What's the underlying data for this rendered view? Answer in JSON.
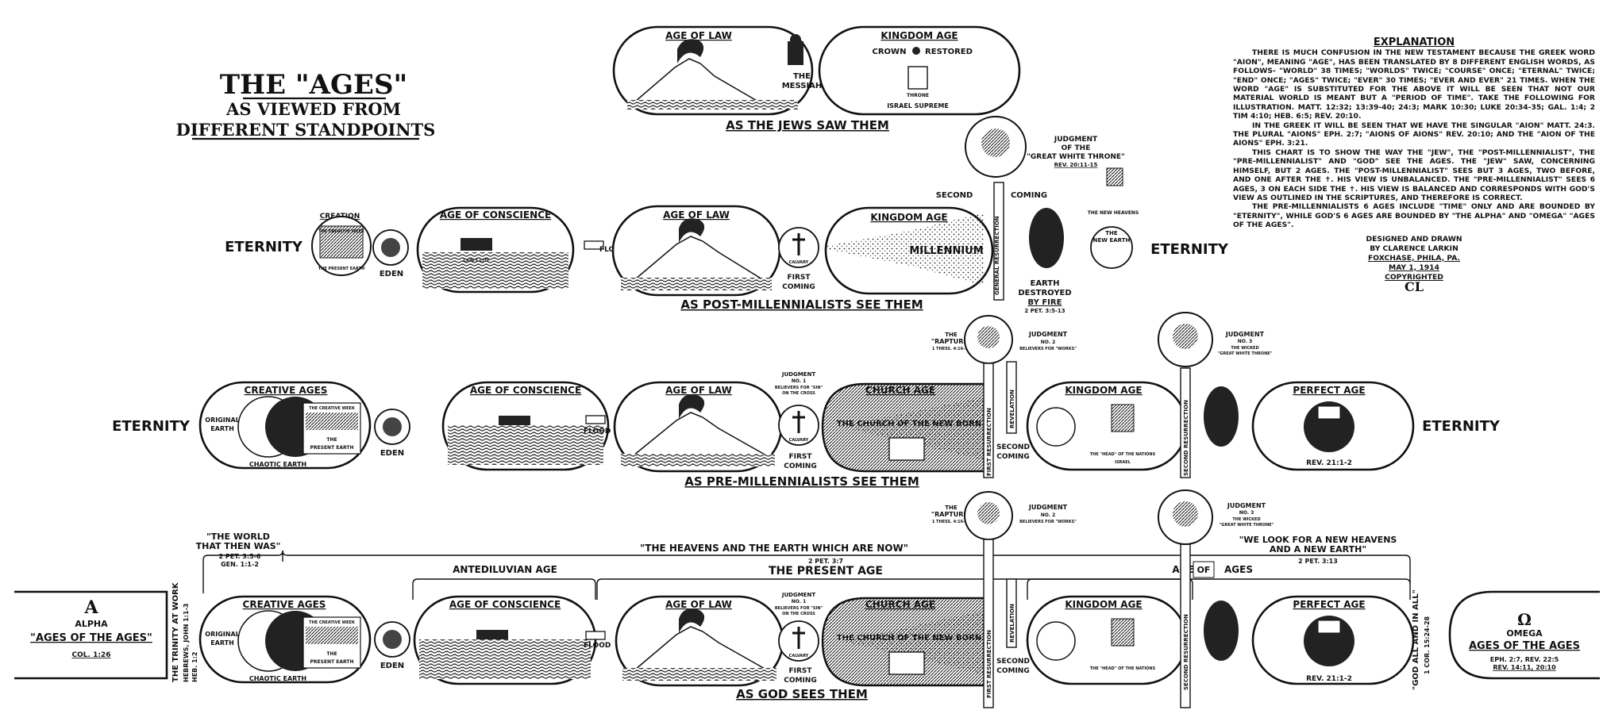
{
  "title": {
    "main": "THE \"AGES\"",
    "line2": "AS VIEWED FROM",
    "line3": "DIFFERENT STANDPOINTS"
  },
  "eternity_label": "ETERNITY",
  "jews": {
    "caption": "AS THE JEWS SAW THEM",
    "age_of_law": "AGE OF LAW",
    "kingdom_age": "KINGDOM AGE",
    "crown": "CROWN",
    "restored": "RESTORED",
    "throne": "THRONE",
    "israel_supreme": "ISRAEL SUPREME",
    "the": "THE",
    "messiah": "MESSIAH"
  },
  "post_mill": {
    "caption": "AS POST-MILLENNIALISTS SEE THEM",
    "creation": "CREATION",
    "creative_week": "THE CREATIVE WEEK",
    "present_earth": "THE PRESENT EARTH",
    "eden": "EDEN",
    "age_of_conscience": "AGE OF CONSCIENCE",
    "flood": "FLOOD",
    "cains_city": "CAIN'S CITY",
    "age_of_law": "AGE OF LAW",
    "first": "FIRST",
    "coming": "COMING",
    "calvary": "CALVARY",
    "kingdom_age": "KINGDOM AGE",
    "millennium": "MILLENNIUM",
    "general_resurrection": "GENERAL RESURRECTION",
    "second": "SECOND",
    "coming2": "COMING",
    "judgment": "JUDGMENT",
    "of_the": "OF THE",
    "great_white_throne": "\"GREAT WHITE THRONE\"",
    "rev_ref": "REV. 20:11-15",
    "new_heavens": "THE NEW HEAVENS",
    "the": "THE",
    "new_earth": "NEW EARTH",
    "earth": "EARTH",
    "destroyed": "DESTROYED",
    "by_fire": "BY FIRE",
    "pet_ref": "2 PET. 3:5-13"
  },
  "pre_mill": {
    "caption": "AS PRE-MILLENNIALISTS SEE THEM",
    "creative_ages": "CREATIVE AGES",
    "original": "ORIGINAL",
    "earth": "EARTH",
    "chaotic_earth": "CHAOTIC EARTH",
    "creative_week": "THE CREATIVE WEEK",
    "the_present_earth_a": "THE",
    "the_present_earth_b": "PRESENT EARTH",
    "eden": "EDEN",
    "age_of_conscience": "AGE OF CONSCIENCE",
    "flood": "FLOOD",
    "age_of_law": "AGE OF LAW",
    "judgment_no1": "JUDGMENT",
    "no1": "NO. 1",
    "believers_sin": "BELIEVERS FOR \"SIN\"",
    "on_the_cross": "ON THE CROSS",
    "calvary": "CALVARY",
    "first": "FIRST",
    "coming": "COMING",
    "church_age": "CHURCH AGE",
    "church_of_new_born": "THE CHURCH OF THE NEW BORN",
    "the_rapture_a": "THE",
    "the_rapture_b": "\"RAPTURE\"",
    "thess_ref": "1 THESS. 4:16-17",
    "judgment_no2": "JUDGMENT",
    "no2": "NO. 2",
    "believers_works": "BELIEVERS FOR \"WORKS\"",
    "first_resurrection": "FIRST RESURRECTION",
    "revelation": "REVELATION",
    "second": "SECOND",
    "coming2": "COMING",
    "kingdom_age": "KINGDOM AGE",
    "head_of_nations": "THE \"HEAD\" OF THE NATIONS",
    "israel": "ISRAEL",
    "second_resurrection": "SECOND RESURRECTION",
    "judgment_no3": "JUDGMENT",
    "no3": "NO. 3",
    "the_wicked": "THE WICKED",
    "great_white_throne": "\"GREAT WHITE THRONE\"",
    "perfect_age": "PERFECT AGE",
    "rev_ref": "REV. 21:1-2"
  },
  "god": {
    "caption": "AS GOD SEES THEM",
    "alpha_symbol": "A",
    "alpha": "ALPHA",
    "ages_of_the_ages": "\"AGES OF THE AGES\"",
    "col_ref": "COL. 1:26",
    "trinity_line1": "THE TRINITY AT WORK",
    "trinity_line2": "HEBREWS, JOHN 1:1-3",
    "trinity_line3": "HEB. 1:2",
    "world_then_was_a": "\"THE WORLD",
    "world_then_was_b": "THAT THEN WAS\"",
    "pet_ref1": "2 PET. 3:5-6",
    "gen_ref": "GEN. 1:1-2",
    "heavens_earth_now": "\"THE HEAVENS AND THE EARTH WHICH ARE NOW\"",
    "pet_ref2": "2 PET. 3:7",
    "antediluvian_age": "ANTEDILUVIAN AGE",
    "present_age": "THE PRESENT AGE",
    "age": "AGE",
    "of": "OF",
    "ages": "AGES",
    "new_heavens_a": "\"WE LOOK FOR A NEW HEAVENS",
    "new_heavens_b": "AND A NEW EARTH\"",
    "pet_ref3": "2 PET. 3:13",
    "creative_ages": "CREATIVE AGES",
    "age_of_conscience": "AGE OF CONSCIENCE",
    "age_of_law": "AGE OF LAW",
    "church_age": "CHURCH AGE",
    "kingdom_age": "KINGDOM AGE",
    "perfect_age": "PERFECT AGE",
    "god_all_in_all_a": "\"GOD ALL AND IN ALL\"",
    "god_all_in_all_b": "1 COR. 15:24-28",
    "omega_symbol": "Ω",
    "omega": "OMEGA",
    "ages_of_the_ages_omega": "AGES OF THE AGES",
    "eph_ref": "EPH. 2:7, REV. 22:5",
    "rev_ref2": "REV. 14:11, 20:10"
  },
  "explanation": {
    "heading": "EXPLANATION",
    "para1": "THERE IS MUCH CONFUSION IN THE NEW TESTAMENT BECAUSE THE GREEK WORD \"AION\", MEANING \"AGE\", HAS BEEN TRANSLATED BY 8 DIFFERENT ENGLISH WORDS, AS FOLLOWS- \"WORLD\" 38 TIMES; \"WORLDS\" TWICE; \"COURSE\" ONCE; \"ETERNAL\" TWICE; \"END\" ONCE; \"AGES\" TWICE; \"EVER\" 30 TIMES; \"EVER AND EVER\" 21 TIMES. WHEN THE WORD \"AGE\" IS SUBSTITUTED FOR THE ABOVE IT WILL BE SEEN THAT NOT OUR MATERIAL WORLD IS MEANT BUT A \"PERIOD OF TIME\". TAKE THE FOLLOWING FOR ILLUSTRATION. MATT. 12:32; 13:39-40; 24:3; MARK 10:30; LUKE 20:34-35; GAL. 1:4; 2 TIM 4:10; HEB. 6:5; REV. 20:10.",
    "para2": "IN THE GREEK IT WILL BE SEEN THAT WE HAVE THE SINGULAR \"AION\" MATT. 24:3. THE PLURAL \"AIONS\" EPH. 2:7; \"AIONS OF AIONS\" REV. 20:10; AND THE \"AION OF THE AIONS\" EPH. 3:21.",
    "para3": "THIS CHART IS TO SHOW THE WAY THE \"JEW\", THE \"POST-MILLENNIALIST\", THE \"PRE-MILLENNIALIST\" AND \"GOD\" SEE THE AGES. THE \"JEW\" SAW, CONCERNING HIMSELF, BUT 2 AGES. THE \"POST-MILLENNIALIST\" SEES BUT 3 AGES, TWO BEFORE, AND ONE AFTER THE ✝. HIS VIEW IS UNBALANCED. THE \"PRE-MILLENNIALIST\" SEES 6 AGES, 3 ON EACH SIDE THE ✝. HIS VIEW IS BALANCED AND CORRESPONDS WITH GOD'S VIEW AS OUTLINED IN THE SCRIPTURES, AND THEREFORE IS CORRECT.",
    "para4": "THE PRE-MILLENNIALISTS 6 AGES INCLUDE \"TIME\" ONLY AND ARE BOUNDED BY \"ETERNITY\", WHILE GOD'S 6 AGES ARE BOUNDED BY \"THE ALPHA\" AND \"OMEGA\" \"AGES OF THE AGES\".",
    "designed": "DESIGNED AND DRAWN",
    "by": "BY CLARENCE LARKIN",
    "place": "FOXCHASE, PHILA, PA.",
    "date": "MAY 1, 1914",
    "copyright": "COPYRIGHTED",
    "mark": "CL"
  }
}
